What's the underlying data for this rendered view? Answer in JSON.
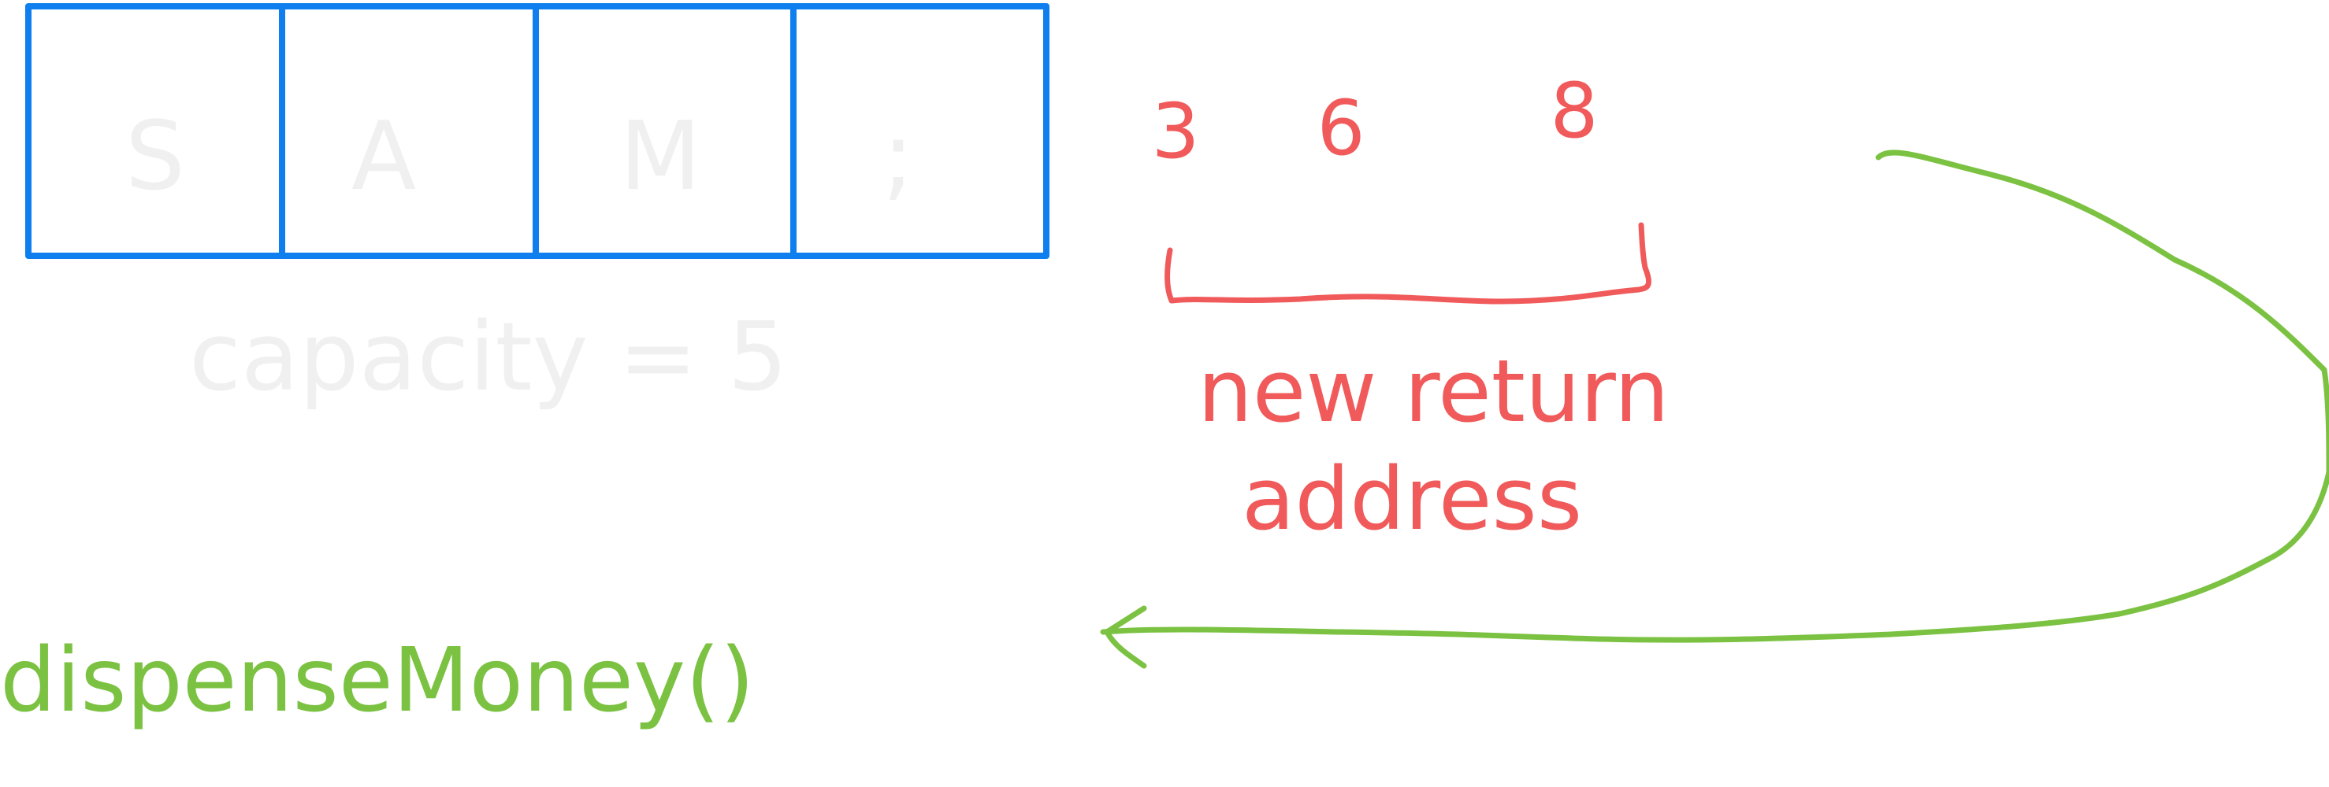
{
  "array": {
    "cells": [
      "S",
      "A",
      "M",
      ";"
    ],
    "capacity_text": "capacity = 5"
  },
  "bytes": {
    "values": [
      "3",
      "6",
      "8"
    ],
    "label_line1": "new return",
    "label_line2": "address"
  },
  "function": {
    "name": "dispenseMoney()"
  },
  "colors": {
    "box_blue": "#0f7ff0",
    "annotation_red": "#f15a5a",
    "arrow_green": "#7cc242",
    "faint_text": "#f0f0f0"
  }
}
